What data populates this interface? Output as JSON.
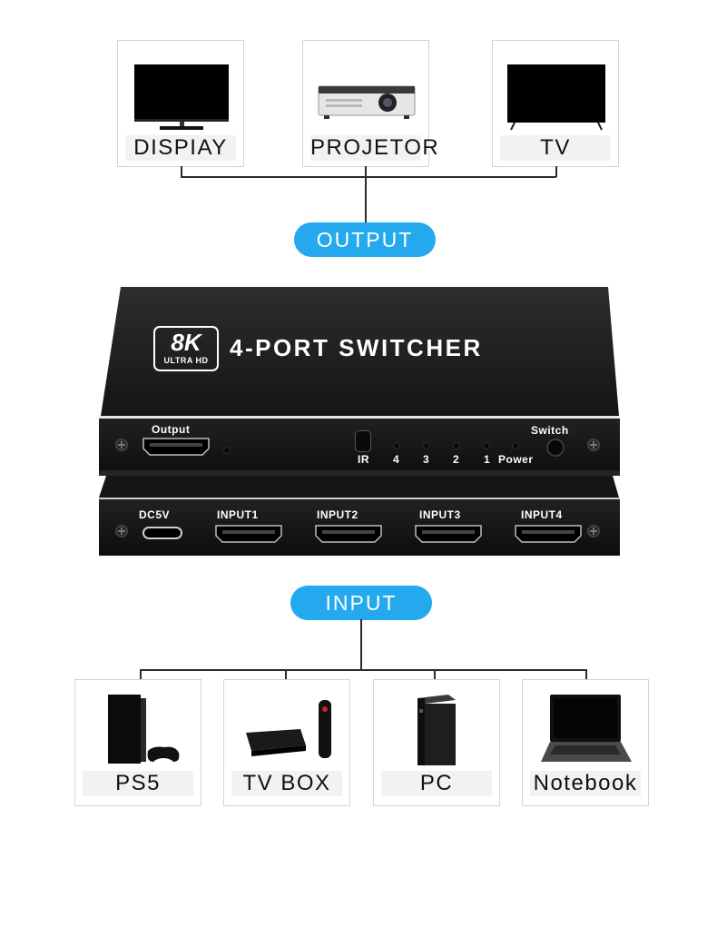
{
  "outputs": [
    {
      "label": "DISPIAY",
      "icon": "monitor-icon"
    },
    {
      "label": "PROJETOR",
      "icon": "projector-icon"
    },
    {
      "label": "TV",
      "icon": "tv-icon"
    }
  ],
  "output_badge": "OUTPUT",
  "input_badge": "INPUT",
  "device": {
    "badge_main": "8K",
    "badge_sub": "ULTRA HD",
    "title": "4-PORT SWITCHER",
    "front": {
      "output_label": "Output",
      "ir_label": "IR",
      "leds": [
        "4",
        "3",
        "2",
        "1",
        "Power"
      ],
      "switch_label": "Switch"
    },
    "back": {
      "dc_label": "DC5V",
      "inputs": [
        "INPUT1",
        "INPUT2",
        "INPUT3",
        "INPUT4"
      ]
    }
  },
  "inputs": [
    {
      "label": "PS5",
      "icon": "ps5-console-icon"
    },
    {
      "label": "TV BOX",
      "icon": "tv-box-icon"
    },
    {
      "label": "PC",
      "icon": "pc-tower-icon"
    },
    {
      "label": "Notebook",
      "icon": "laptop-icon"
    }
  ],
  "colors": {
    "accent": "#25a9ee",
    "device_body": "#1c1c1c",
    "line": "#2b2b2b"
  }
}
